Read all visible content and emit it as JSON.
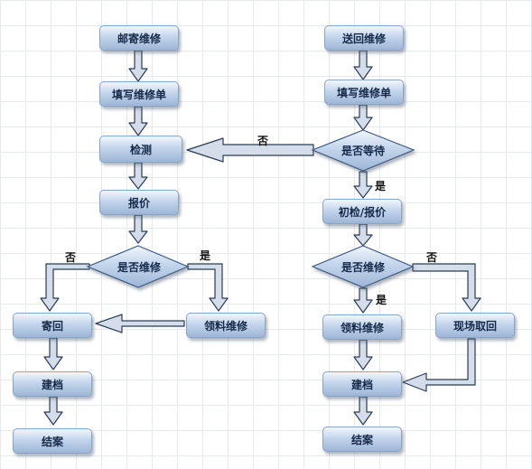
{
  "left": {
    "mail_repair": "邮寄维修",
    "fill_form": "填写维修单",
    "inspect": "检测",
    "quote": "报价",
    "decision": "是否维修",
    "mail_back": "寄回",
    "parts": "领料维修",
    "archive": "建档",
    "close": "结案",
    "no_label": "否",
    "yes_label": "是"
  },
  "right": {
    "bring_repair": "送回维修",
    "fill_form": "填写维修单",
    "wait_decision": "是否等待",
    "initial_quote": "初检/报价",
    "decision": "是否维修",
    "parts": "领料维修",
    "onsite_pickup": "现场取回",
    "archive": "建档",
    "close": "结案",
    "no_wait_label": "否",
    "yes_wait_label": "是",
    "no_label": "否",
    "yes_label": "是"
  },
  "colors": {
    "node_top": "#f1f6fc",
    "node_bottom": "#9db6d7",
    "arrow_fill": "#d4dde9",
    "arrow_stroke": "#2a3d56"
  }
}
